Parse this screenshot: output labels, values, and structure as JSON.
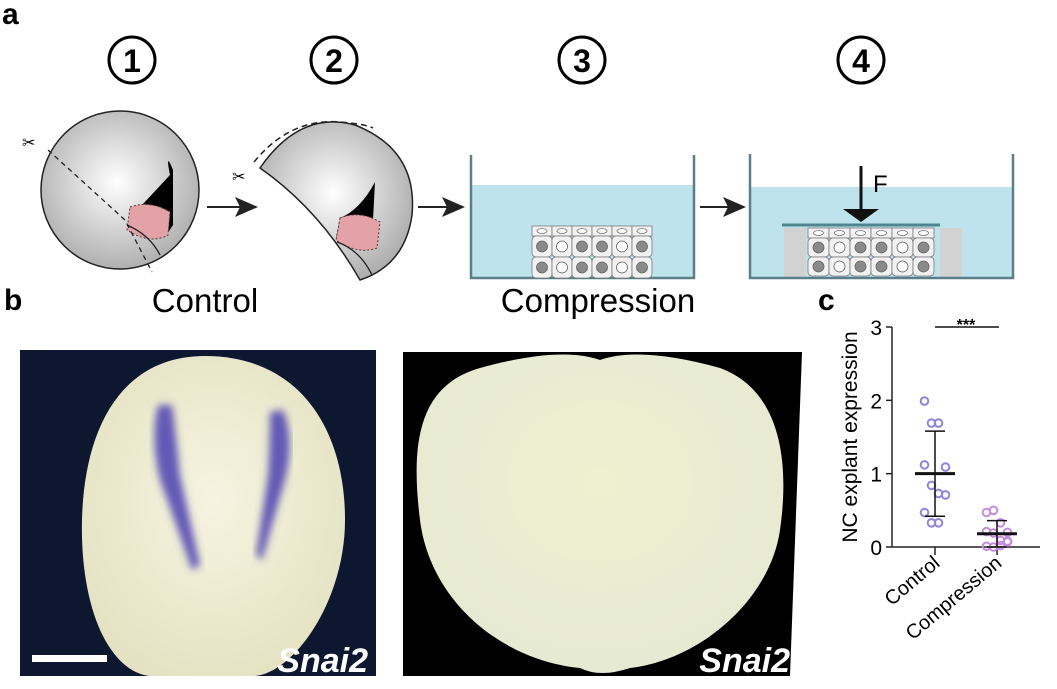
{
  "panels": {
    "a": {
      "label": "a",
      "steps": [
        "1",
        "2",
        "3",
        "4"
      ],
      "force_label": "F"
    },
    "b": {
      "label": "b",
      "control_title": "Control",
      "compression_title": "Compression",
      "gene_label_left": "Snai2",
      "gene_label_right": "Snai2"
    },
    "c": {
      "label": "c"
    }
  },
  "colors": {
    "control": "#8f86dc",
    "compression": "#c58be0",
    "medium": "#bfe3ec",
    "explant_pink": "#e3a2a8"
  },
  "chart_data": {
    "type": "scatter",
    "title": "",
    "xlabel": "",
    "ylabel": "NC explant expression",
    "ylim": [
      0,
      3
    ],
    "yticks": [
      0,
      1,
      2,
      3
    ],
    "categories": [
      "Control",
      "Compression"
    ],
    "significance": "***",
    "series": [
      {
        "name": "Control",
        "values": [
          1.99,
          1.69,
          1.69,
          1.09,
          1.12,
          0.84,
          0.73,
          0.71,
          0.47,
          0.33,
          0.33
        ],
        "mean": 1.0,
        "sd": 0.58
      },
      {
        "name": "Compression",
        "values": [
          0.47,
          0.5,
          0.33,
          0.2,
          0.21,
          0.19,
          0.09,
          0.08,
          0.01,
          0.0,
          0.02,
          0.07
        ],
        "mean": 0.18,
        "sd": 0.18
      }
    ]
  }
}
